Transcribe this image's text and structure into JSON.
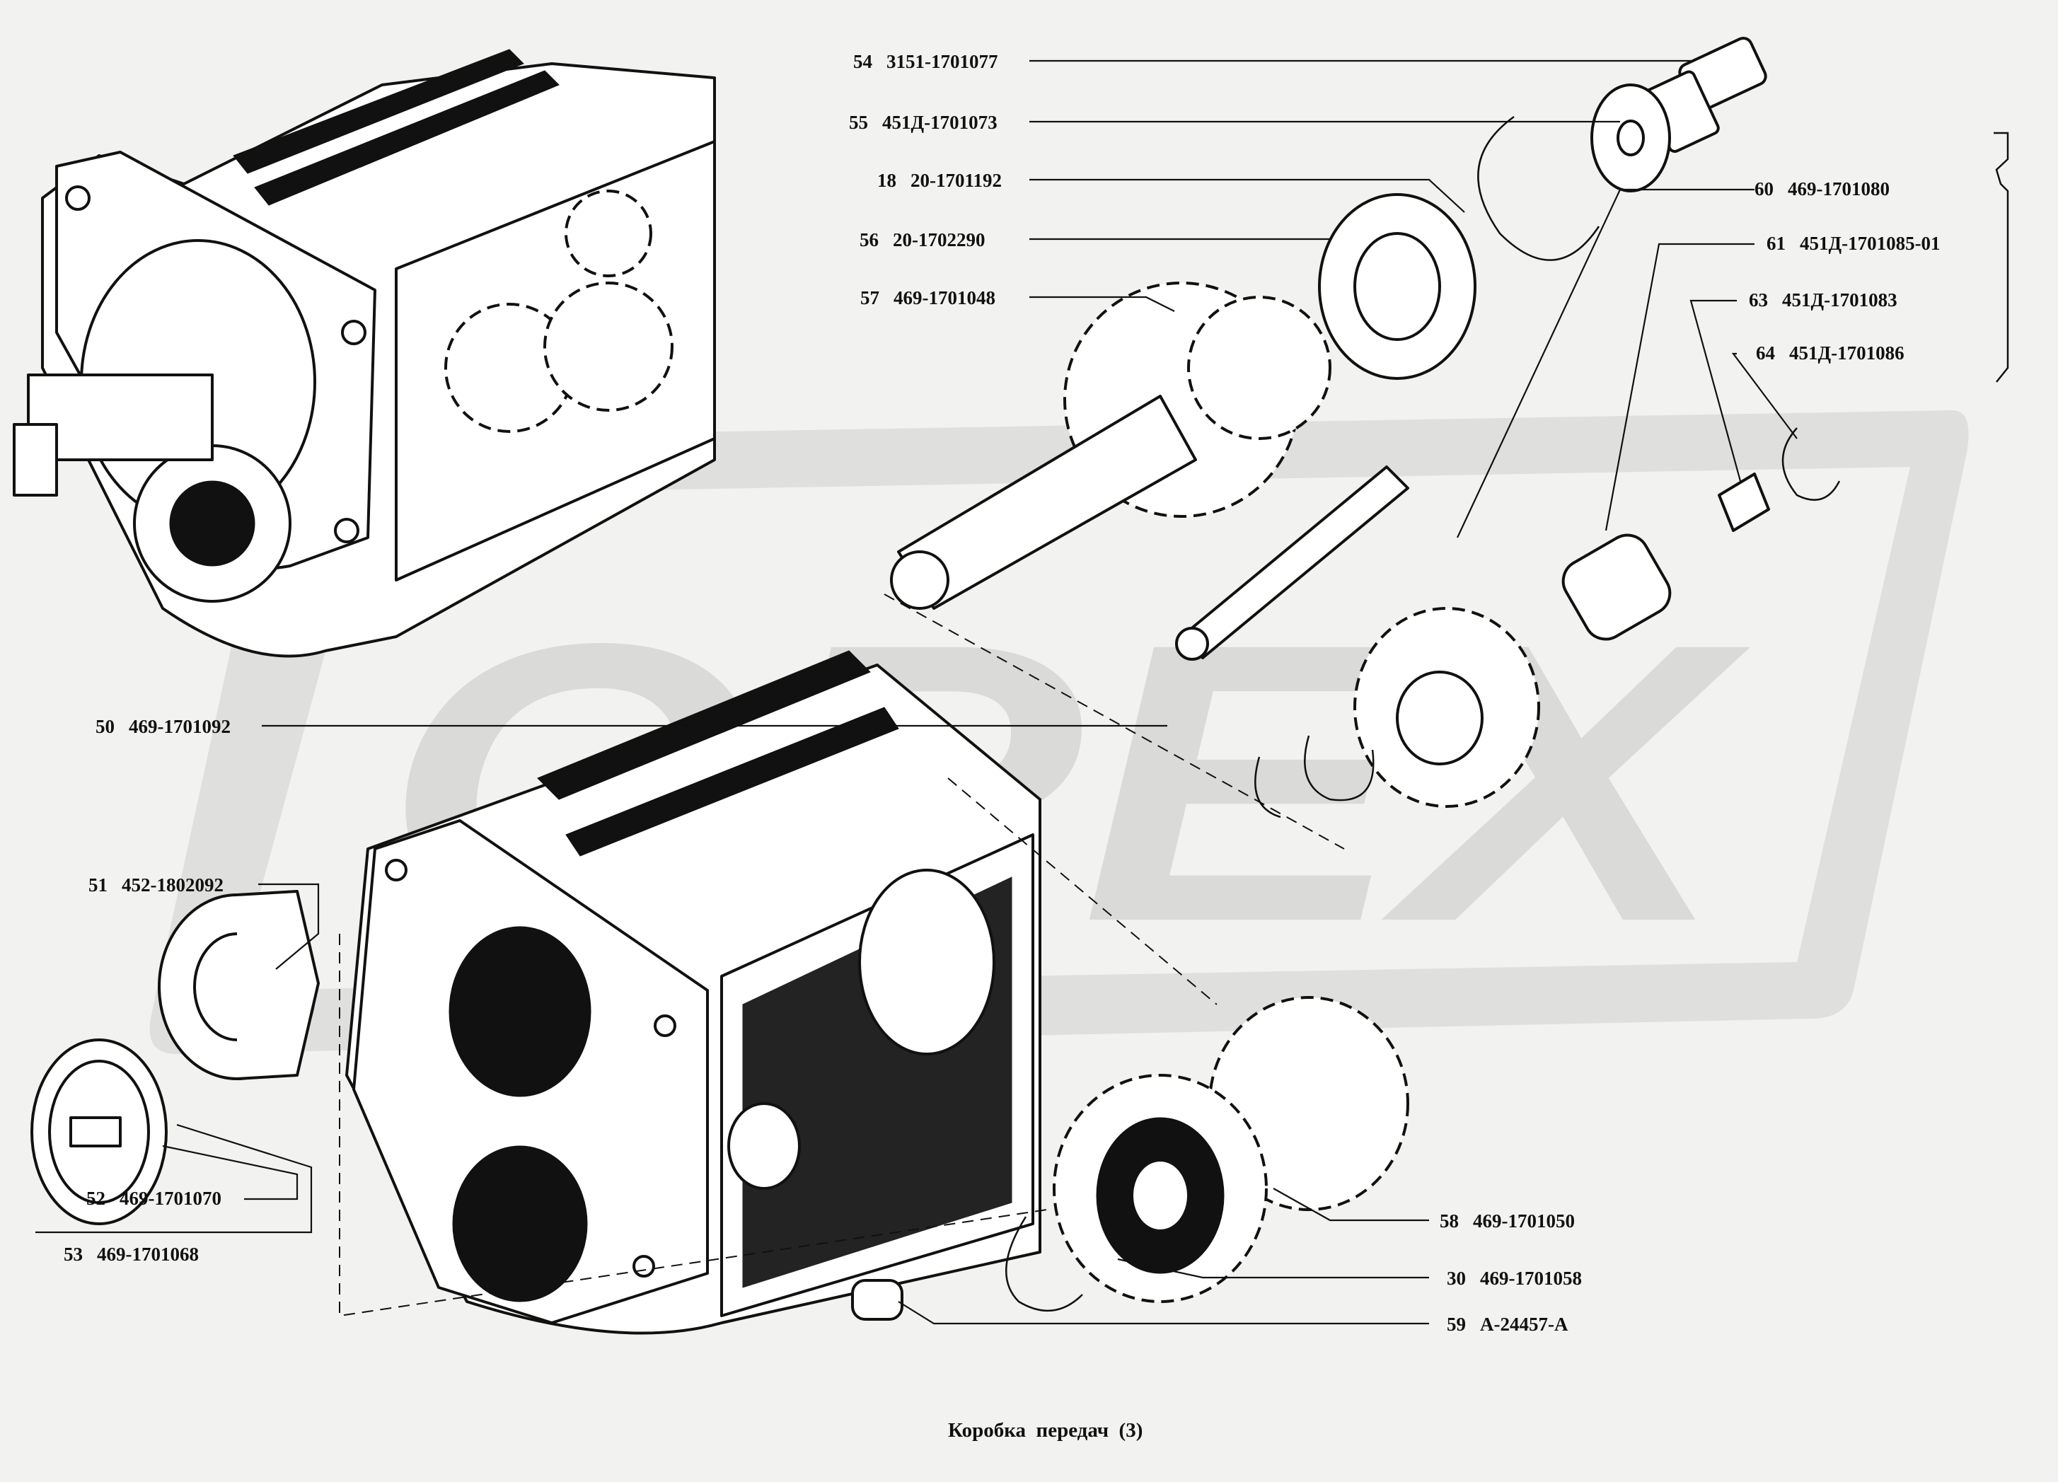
{
  "title": "Коробка  передач  (3)",
  "watermark": "ОРЕХ",
  "callouts": [
    {
      "num": "54",
      "part": "3151-1701077"
    },
    {
      "num": "55",
      "part": "451Д-1701073"
    },
    {
      "num": "18",
      "part": "20-1701192"
    },
    {
      "num": "56",
      "part": "20-1702290"
    },
    {
      "num": "57",
      "part": "469-1701048"
    },
    {
      "num": "60",
      "part": "469-1701080"
    },
    {
      "num": "61",
      "part": "451Д-1701085-01"
    },
    {
      "num": "63",
      "part": "451Д-1701083"
    },
    {
      "num": "64",
      "part": "451Д-1701086"
    },
    {
      "num": "50",
      "part": "469-1701092"
    },
    {
      "num": "51",
      "part": "452-1802092"
    },
    {
      "num": "52",
      "part": "469-1701070"
    },
    {
      "num": "53",
      "part": "469-1701068"
    },
    {
      "num": "58",
      "part": "469-1701050"
    },
    {
      "num": "30",
      "part": "469-1701058"
    },
    {
      "num": "59",
      "part": "А-24457-А"
    }
  ]
}
